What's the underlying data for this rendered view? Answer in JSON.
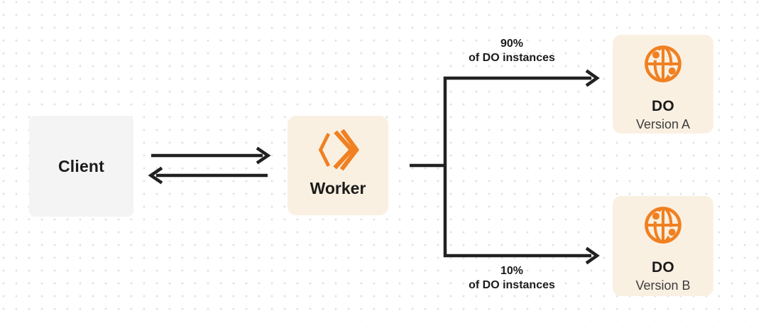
{
  "colors": {
    "orange": "#F08021",
    "line": "#212121",
    "text_dark": "#1B1B1B",
    "text_gray": "#3D3D3D",
    "cream_box_bg": "#FAF0E2",
    "client_box_bg": "#F4F4F5",
    "dot_grid": "#E2E2E2"
  },
  "nodes": {
    "client": {
      "label": "Client"
    },
    "worker": {
      "label": "Worker",
      "icon": "workers-logo-icon"
    },
    "do_version_a": {
      "title": "DO",
      "subtitle": "Version A",
      "icon": "globe-icon"
    },
    "do_version_b": {
      "title": "DO",
      "subtitle": "Version B",
      "icon": "globe-icon"
    }
  },
  "branches": {
    "top": {
      "percent": "90%",
      "caption": "of DO instances"
    },
    "bottom": {
      "percent": "10%",
      "caption": "of DO instances"
    }
  }
}
